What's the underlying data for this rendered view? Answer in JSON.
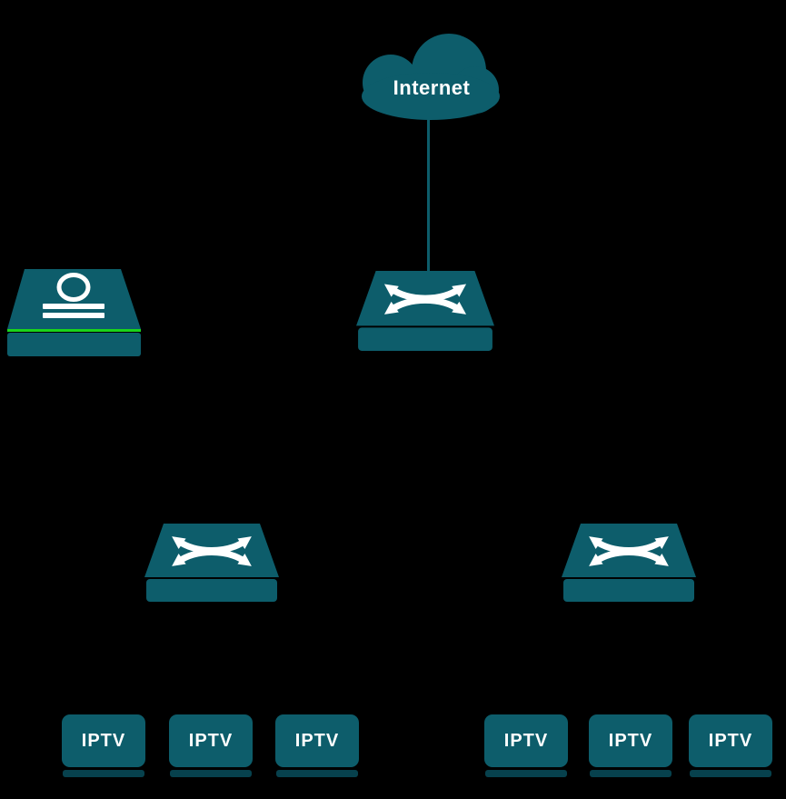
{
  "diagram": {
    "background_color": "#000000",
    "accent_color": "#0D5D6B",
    "accent_dark_color": "#07414D",
    "status_line_color": "#1BD41B",
    "text_color": "#FFFFFF"
  },
  "internet": {
    "label": "Internet",
    "icon": "cloud-icon"
  },
  "nodes": {
    "server": {
      "icon": "server-icon"
    },
    "core_switch": {
      "icon": "switch-icon"
    },
    "access_switch_left": {
      "icon": "switch-icon"
    },
    "access_switch_right": {
      "icon": "switch-icon"
    }
  },
  "links": {
    "internet_to_core_switch": "vertical-line"
  },
  "iptv_groups": {
    "left": [
      "IPTV",
      "IPTV",
      "IPTV"
    ],
    "right": [
      "IPTV",
      "IPTV",
      "IPTV"
    ]
  }
}
